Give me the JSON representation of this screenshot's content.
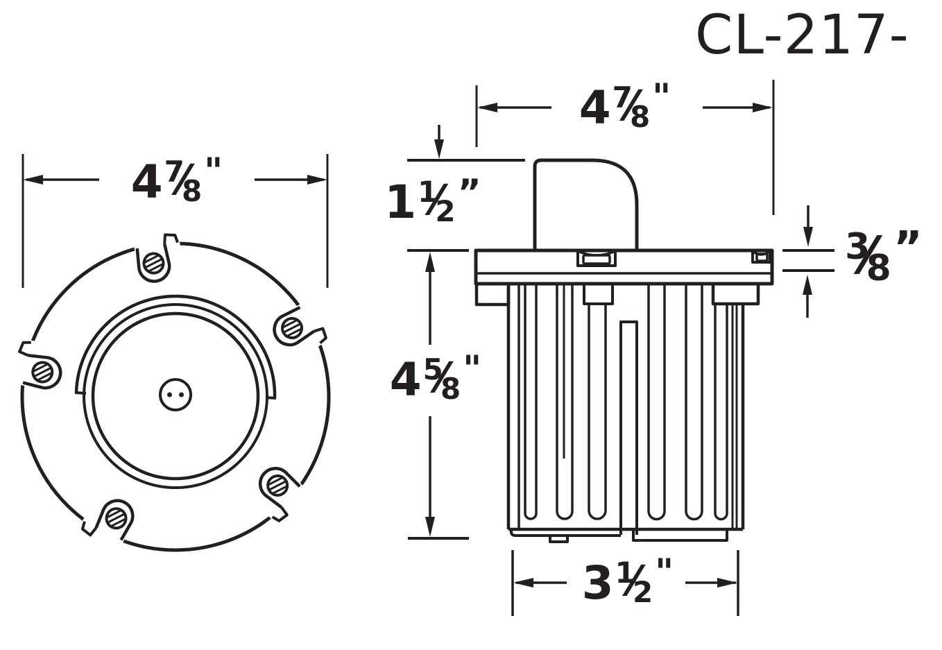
{
  "title": "CL-217-",
  "colors": {
    "ink": "#231f20",
    "background": "#ffffff"
  },
  "glyphs": {
    "fraction_slash": "⁄"
  },
  "views": {
    "front_view": "circular face view with five screw tabs, trim ring, lens and center hub",
    "side_view": "side profile with wiring hood, mounting flange and finned body"
  },
  "dims": {
    "front_width": {
      "whole": "4",
      "num": "7",
      "den": "8",
      "unit": "\""
    },
    "side_width": {
      "whole": "4",
      "num": "7",
      "den": "8",
      "unit": "\""
    },
    "hood_height": {
      "whole": "1",
      "num": "1",
      "den": "2",
      "unit": "”"
    },
    "flange_thickness": {
      "num": "3",
      "den": "8",
      "unit": "”"
    },
    "body_height": {
      "whole": "4",
      "num": "5",
      "den": "8",
      "unit": "\""
    },
    "base_width": {
      "whole": "3",
      "num": "1",
      "den": "2",
      "unit": "\""
    }
  }
}
